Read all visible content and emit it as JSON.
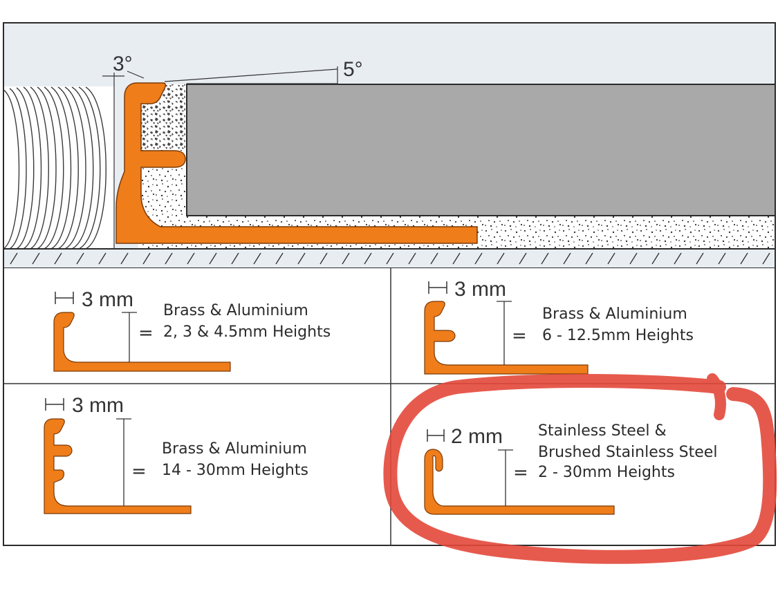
{
  "diagram": {
    "angle_left": "3°",
    "angle_top": "5°"
  },
  "panels": [
    {
      "thickness": "3 mm",
      "equals": "=",
      "material": "Brass & Aluminium",
      "heights": "2, 3 & 4.5mm Heights"
    },
    {
      "thickness": "3 mm",
      "equals": "=",
      "material": "Brass & Aluminium",
      "heights": "6 - 12.5mm Heights"
    },
    {
      "thickness": "3 mm",
      "equals": "=",
      "material": "Brass & Aluminium",
      "heights": "14 - 30mm Heights"
    },
    {
      "thickness": "2 mm",
      "equals": "=",
      "material_line1": "Stainless Steel &",
      "material_line2": "Brushed Stainless Steel",
      "heights": "2 - 30mm Heights",
      "highlighted": true
    }
  ],
  "colors": {
    "profile_orange": "#ef7d1a",
    "profile_outline": "#7a3a08",
    "tile_grey": "#a9a9a9",
    "wall_sky": "#e8edf2",
    "highlight_red": "#e3483a"
  }
}
